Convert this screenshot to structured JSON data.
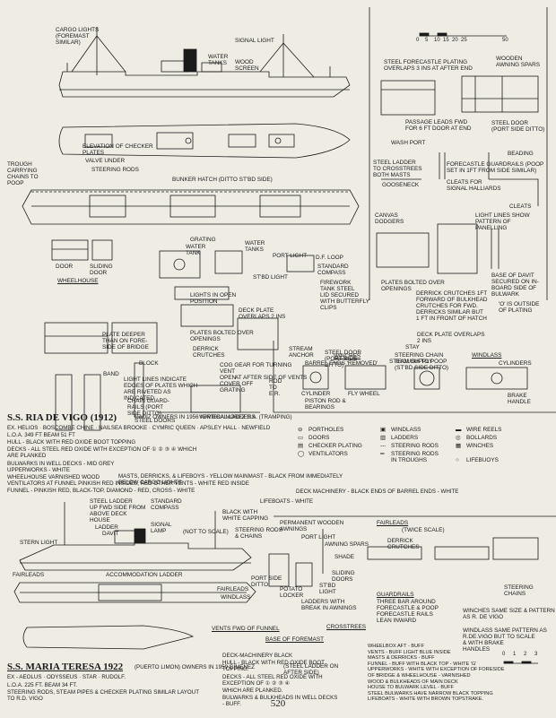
{
  "page_number": "520",
  "scale_bar": {
    "ticks": [
      "0",
      "5",
      "10",
      "15",
      "20",
      "25",
      "50"
    ]
  },
  "ria": {
    "labels": {
      "cargo_lights": "CARGO LIGHTS\n(FOREMAST\nSIMILAR)",
      "signal_light": "SIGNAL LIGHT",
      "water_tanks": "WATER\nTANKS",
      "wood_screen": "WOOD\nSCREEN",
      "elevation_checker": "ELEVATION OF CHECKER\nPLATES",
      "valve_under": "VALVE UNDER",
      "steering_rods": "STEERING RODS",
      "trough": "TROUGH\nCARRYING\nCHAINS TO\nPOOP",
      "bunker_hatch": "BUNKER HATCH   (DITTO ST'BD SIDE)",
      "forecastle_plate": "STEEL FORECASTLE PLATING\nOVERLAPS 3 INS AT AFTER END",
      "awning_spars": "WOODEN\nAWNING SPARS",
      "passage": "PASSAGE LEADS FWD\nFOR 6 FT DOOR AT END",
      "steel_door": "STEEL DOOR\n(PORT SIDE DITTO)",
      "wash_port": "WASH PORT",
      "beading": "BEADING",
      "steel_ladder": "STEEL LADDER\nTO CROSSTREES\nBOTH MASTS",
      "forecastle_rails": "FORECASTLE GUARDRAILS (POOP\nSET IN 1FT FROM SIDE        SIMILAR)",
      "gooseneck": "GOOSENECK",
      "cleats_halliards": "CLEATS FOR\nSIGNAL HALLIARDS",
      "cleats": "CLEATS",
      "door": "DOOR",
      "sliding_door": "SLIDING\nDOOR",
      "wheelhouse": "WHEELHOUSE",
      "grating": "GRATING",
      "water_tank": "WATER\nTANK",
      "water_tanks2": "WATER\nTANKS",
      "port_light": "PORT LIGHT",
      "df_loop": "D.F. LOOP",
      "standard_compass": "STANDARD\nCOMPASS",
      "stbd_light": "ST'BD LIGHT",
      "firework": "FIREWORK\nTANK STEEL\nLID SECURED\nWITH BUTTERFLY\nCLIPS",
      "canvas_dodgers": "CANVAS\nDODGERS",
      "light_lines": "LIGHT LINES SHOW\nPATTERN OF\nPANELLING",
      "plates_bolted": "PLATES BOLTED OVER\nOPENINGS",
      "base_davit": "BASE OF DAVIT\nSECURED ON IN-\nBOARD SIDE OF\nBULWARK",
      "derrick_crutches_fwd": "DERRICK CRUTCHES 1FT\nFORWARD OF BULKHEAD\nCRUTCHES FOR FWD.\nDERRICKS SIMILAR BUT\n1 FT IN FRONT OF HATCH",
      "o_outside": "'O' IS OUTSIDE\nOF PLATING",
      "lights_open": "LIGHTS IN OPEN\nPOSITION",
      "deck_plate_overlaps": "DECK PLATE\nOVERLAPS 2 INS",
      "plate_deeper": "PLATE DEEPER\nTHAN ON FORE-\nSIDE OF BRIDGE",
      "plates_bolted2": "PLATES BOLTED OVER\nOPENINGS",
      "derrick_crutch": "DERRICK\nCRUTCHES",
      "stream_anchor": "STREAM\nANCHOR",
      "deck_plate2": "DECK PLATE OVERLAPS\n2 INS",
      "block": "BLOCK",
      "cog_gear": "COG GEAR FOR TURNING\nVENT",
      "open_cover": "OPEN\nCOVER OFF\nGRATING",
      "rod_er": "ROD\nTO\nE.R.",
      "steel_door2": "STEEL DOOR\n(PORT SIDE\nDITTO)",
      "steering_chain": "STEERING CHAIN\nTROUGH TO POOP\n(ST'BD SIDE DITTO)",
      "band": "BAND",
      "light_lines2": "LIGHT LINES INDICATE\nEDGES OF PLATES WHICH\nARE RIVETED AS\nINDICATED",
      "chain_guard": "CHAIN GUARD-\nRAILS (PORT\nSIDE DITTO)",
      "after_vents": "AT AFTER SIDE OF VENTS",
      "steel_doors": "STEEL DOORS",
      "vertical_ladders": "VERTICAL LADDERS",
      "winches": "WINCHES",
      "barrel_ends": "BARREL ENDS 'REMOVED'",
      "stay": "STAY",
      "steam_supply": "STEAM SUPPLY",
      "windlass": "WINDLASS",
      "cylinders": "CYLINDERS",
      "cylinder": "CYLINDER",
      "fly_wheel": "FLY WHEEL",
      "piston_rod": "PISTON ROD &\nBEARINGS",
      "brake_handle": "BRAKE\nHANDLE"
    }
  },
  "ria_text": {
    "title": "S.S. RIA DE VIGO (1912)",
    "owners": "CADIZ OWNERS IN 1956 NAVIERA MOREZ S.A. (TRAMPING)",
    "ex": "EX. HELIOS · BOSCOMBE CHINE · NAILSEA BROOKE · CYMRIC QUEEN · APSLEY HALL · NEWFIELD",
    "dims": "L.O.A. 349 FT   BEAM 51 FT",
    "hull": "HULL - BLACK WITH RED OXIDE BOOT TOPPING",
    "decks": "DECKS - ALL STEEL RED OXIDE WITH EXCEPTION OF ① ② ③ ④ WHICH\n                                                  ARE PLANKED",
    "colours": "BULWARKS IN WELL DECKS - MID  GREY\nUPPERWORKS - WHITE\nWHEELHOUSE   VARNISHED WOOD\nVENTILATORS AT FUNNEL  PINKISH RED INSIDES, RED OTHER VENTS - WHITE RED INSIDE\nFUNNEL - PINKISH RED, BLACK-TOP, DIAMOND - RED, CROSS - WHITE",
    "masts": "MASTS, DERRICKS, & LIFEBOYS - YELLOW  MAINMAST - BLACK FROM IMMEDIATELY\n                                     BELOW CARGO LIGHTS",
    "deck_mach": "DECK MACHINERY - BLACK  ENDS OF BARREL ENDS - WHITE",
    "lifeboats": "LIFEBOATS - WHITE"
  },
  "key": {
    "portholes": "PORTHOLES",
    "doors": "DOORS",
    "checker": "CHECKER PLATING",
    "ventilators": "VENTILATORS",
    "windlass": "WINDLASS",
    "ladders": "LADDERS",
    "steering_rods": "STEERING RODS",
    "steering_troughs": "STEERING RODS\nIN TROUGHS",
    "wire_reels": "WIRE REELS",
    "bollards": "BOLLARDS",
    "winches": "WINCHES",
    "lifebuoys": "LIFEBUOYS"
  },
  "maria": {
    "labels": {
      "steel_ladder": "STEEL LADDER\nUP FWD SIDE FROM\nABOVE DECK\nHOUSE",
      "standard_compass": "STANDARD\nCOMPASS",
      "white_capping": "BLACK WITH\nWHITE CAPPING",
      "ladder": "LADDER",
      "davit": "DAVIT",
      "signal_lamp": "SIGNAL\nLAMP",
      "not_to_scale": "(NOT TO SCALE)",
      "steering_rods": "STEERING RODS\n& CHAINS",
      "stern_light": "STERN LIGHT",
      "fairleads": "FAIRLEADS",
      "accommodation_ladder": "ACCOMMODATION LADDER",
      "fairleads2": "FAIRLEADS",
      "windlass": "WINDLASS",
      "vents_fwd": "VENTS FWD OF FUNNEL",
      "perm_awnings": "PERMANENT WOODEN\nAWNINGS",
      "port_light": "PORT LIGHT",
      "awning_spars": "AWNING SPARS",
      "shade": "SHADE",
      "sliding_doors": "SLIDING\nDOORS",
      "port_side_ditto": "PORT SIDE\nDITTO",
      "potato_locker": "POTATO\nLOCKER",
      "stbd_light": "ST'BD\nLIGHT",
      "ladders_break": "LADDERS WITH\nBREAK IN AWNINGS",
      "crosstrees": "CROSSTREES",
      "base_foremast": "BASE OF FOREMAST",
      "steel_ladder_after": "(STEEL LADDER ON\nAFTER SIDE)",
      "fairleads_title": "FAIRLEADS",
      "twice_scale": "(TWICE  SCALE)",
      "derrick_crutches": "DERRICK\nCRUTCHES",
      "guardrails": "GUARDRAILS",
      "guardrails_text": "THREE BAR AROUND\nFORECASTLE & POOP\nFORECASTLE RAILS\nLEAN INWARD",
      "steering_chains": "STEERING\nCHAINS",
      "winches_note": "WINCHES  SAME SIZE & PATTERN\nAS R. DE VIGO",
      "windlass_note": "WINDLASS  SAME PATTERN AS\nR.DE.VIGO BUT TO SCALE\n& WITH BRAKE\nHANDLES"
    },
    "mini_scale": [
      "0",
      "1",
      "2",
      "3"
    ]
  },
  "maria_text": {
    "title": "S.S. MARIA TERESA  1922",
    "owners": "(PUERTO LIMON) OWNERS IN 1959 GIMENEZ",
    "ex": "EX - AEOLUS · ODYSSEUS · STAR · RUDOLF.",
    "dims": "L.O.A.   225 FT.   BEAM 34 FT.",
    "steering": "STEERING RODS, STEAM PIPES & CHECKER PLATING SIMILAR LAYOUT\n                                         TO R.D. VIGO",
    "deck_machinery": "DECK-MACHINERY    BLACK",
    "hull": "HULL - BLACK WITH RED OXIDE BOOT\n                              TOPPING.",
    "decks": "DECKS - ALL STEEL RED OXIDE WITH\n      EXCEPTION OF ① ② ③ ④\n        WHICH ARE PLANKED.",
    "bulwarks": "BULWARKS & BULKHEADS IN WELL DECKS\n                                      - BUFF.",
    "colours": "WHEELBOX AFT - BUFF\nVENTS - BUFF  LIGHT BLUE  INSIDE\nMASTS & DERRICKS - BUFF\nFUNNEL - BUFF WITH BLACK TOP - WHITE 'G'\nUPPERWORKS - WHITE WITH EXCEPTION OF FORESIDE\n     OF BRIDGE & WHEELHOUSE - VARNISHED\n     WOOD & BULKHEADS OF MAIN DECK\n     HOUSE TO BULWARK LEVEL - BUFF\n     STEEL BULWARKS HAVE NARROW BLACK TOPPING\nLIFEBOATS - WHITE WITH BROWN TOPSTRAKE."
  }
}
